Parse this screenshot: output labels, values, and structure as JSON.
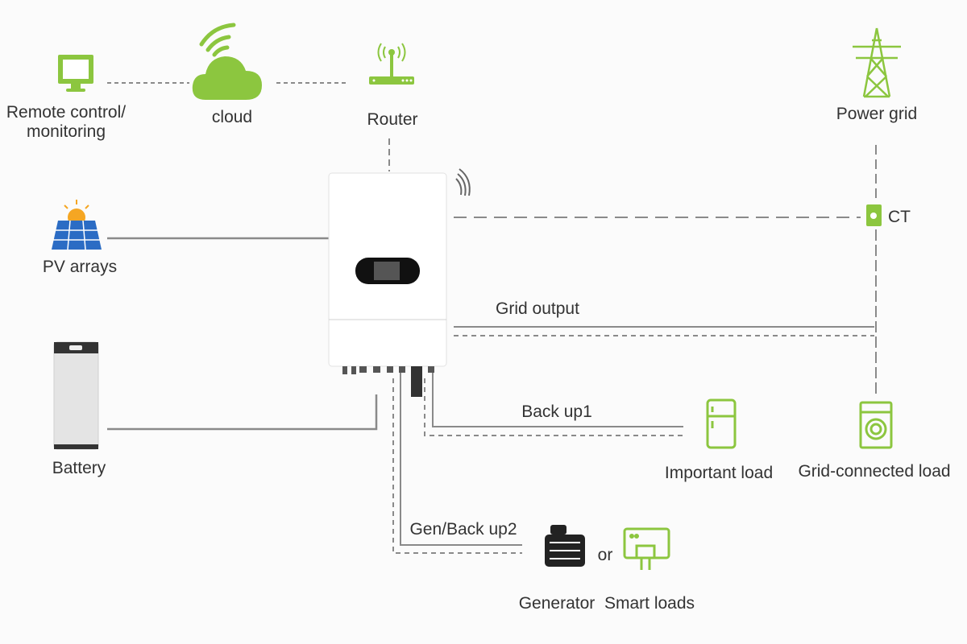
{
  "colors": {
    "accent": "#8cc63f",
    "line": "#8a8a8a",
    "text": "#333333"
  },
  "nodes": {
    "remote": "Remote control/\nmonitoring",
    "remote_l1": "Remote control/",
    "remote_l2": "monitoring",
    "cloud": "cloud",
    "router": "Router",
    "power_grid": "Power grid",
    "pv": "PV arrays",
    "ct": "CT",
    "battery": "Battery",
    "important_load": "Important load",
    "grid_load": "Grid-connected load",
    "generator": "Generator",
    "or": "or",
    "smart_loads": "Smart loads"
  },
  "lines": {
    "grid_output": "Grid output",
    "backup1": "Back up1",
    "gen_backup2": "Gen/Back up2"
  }
}
